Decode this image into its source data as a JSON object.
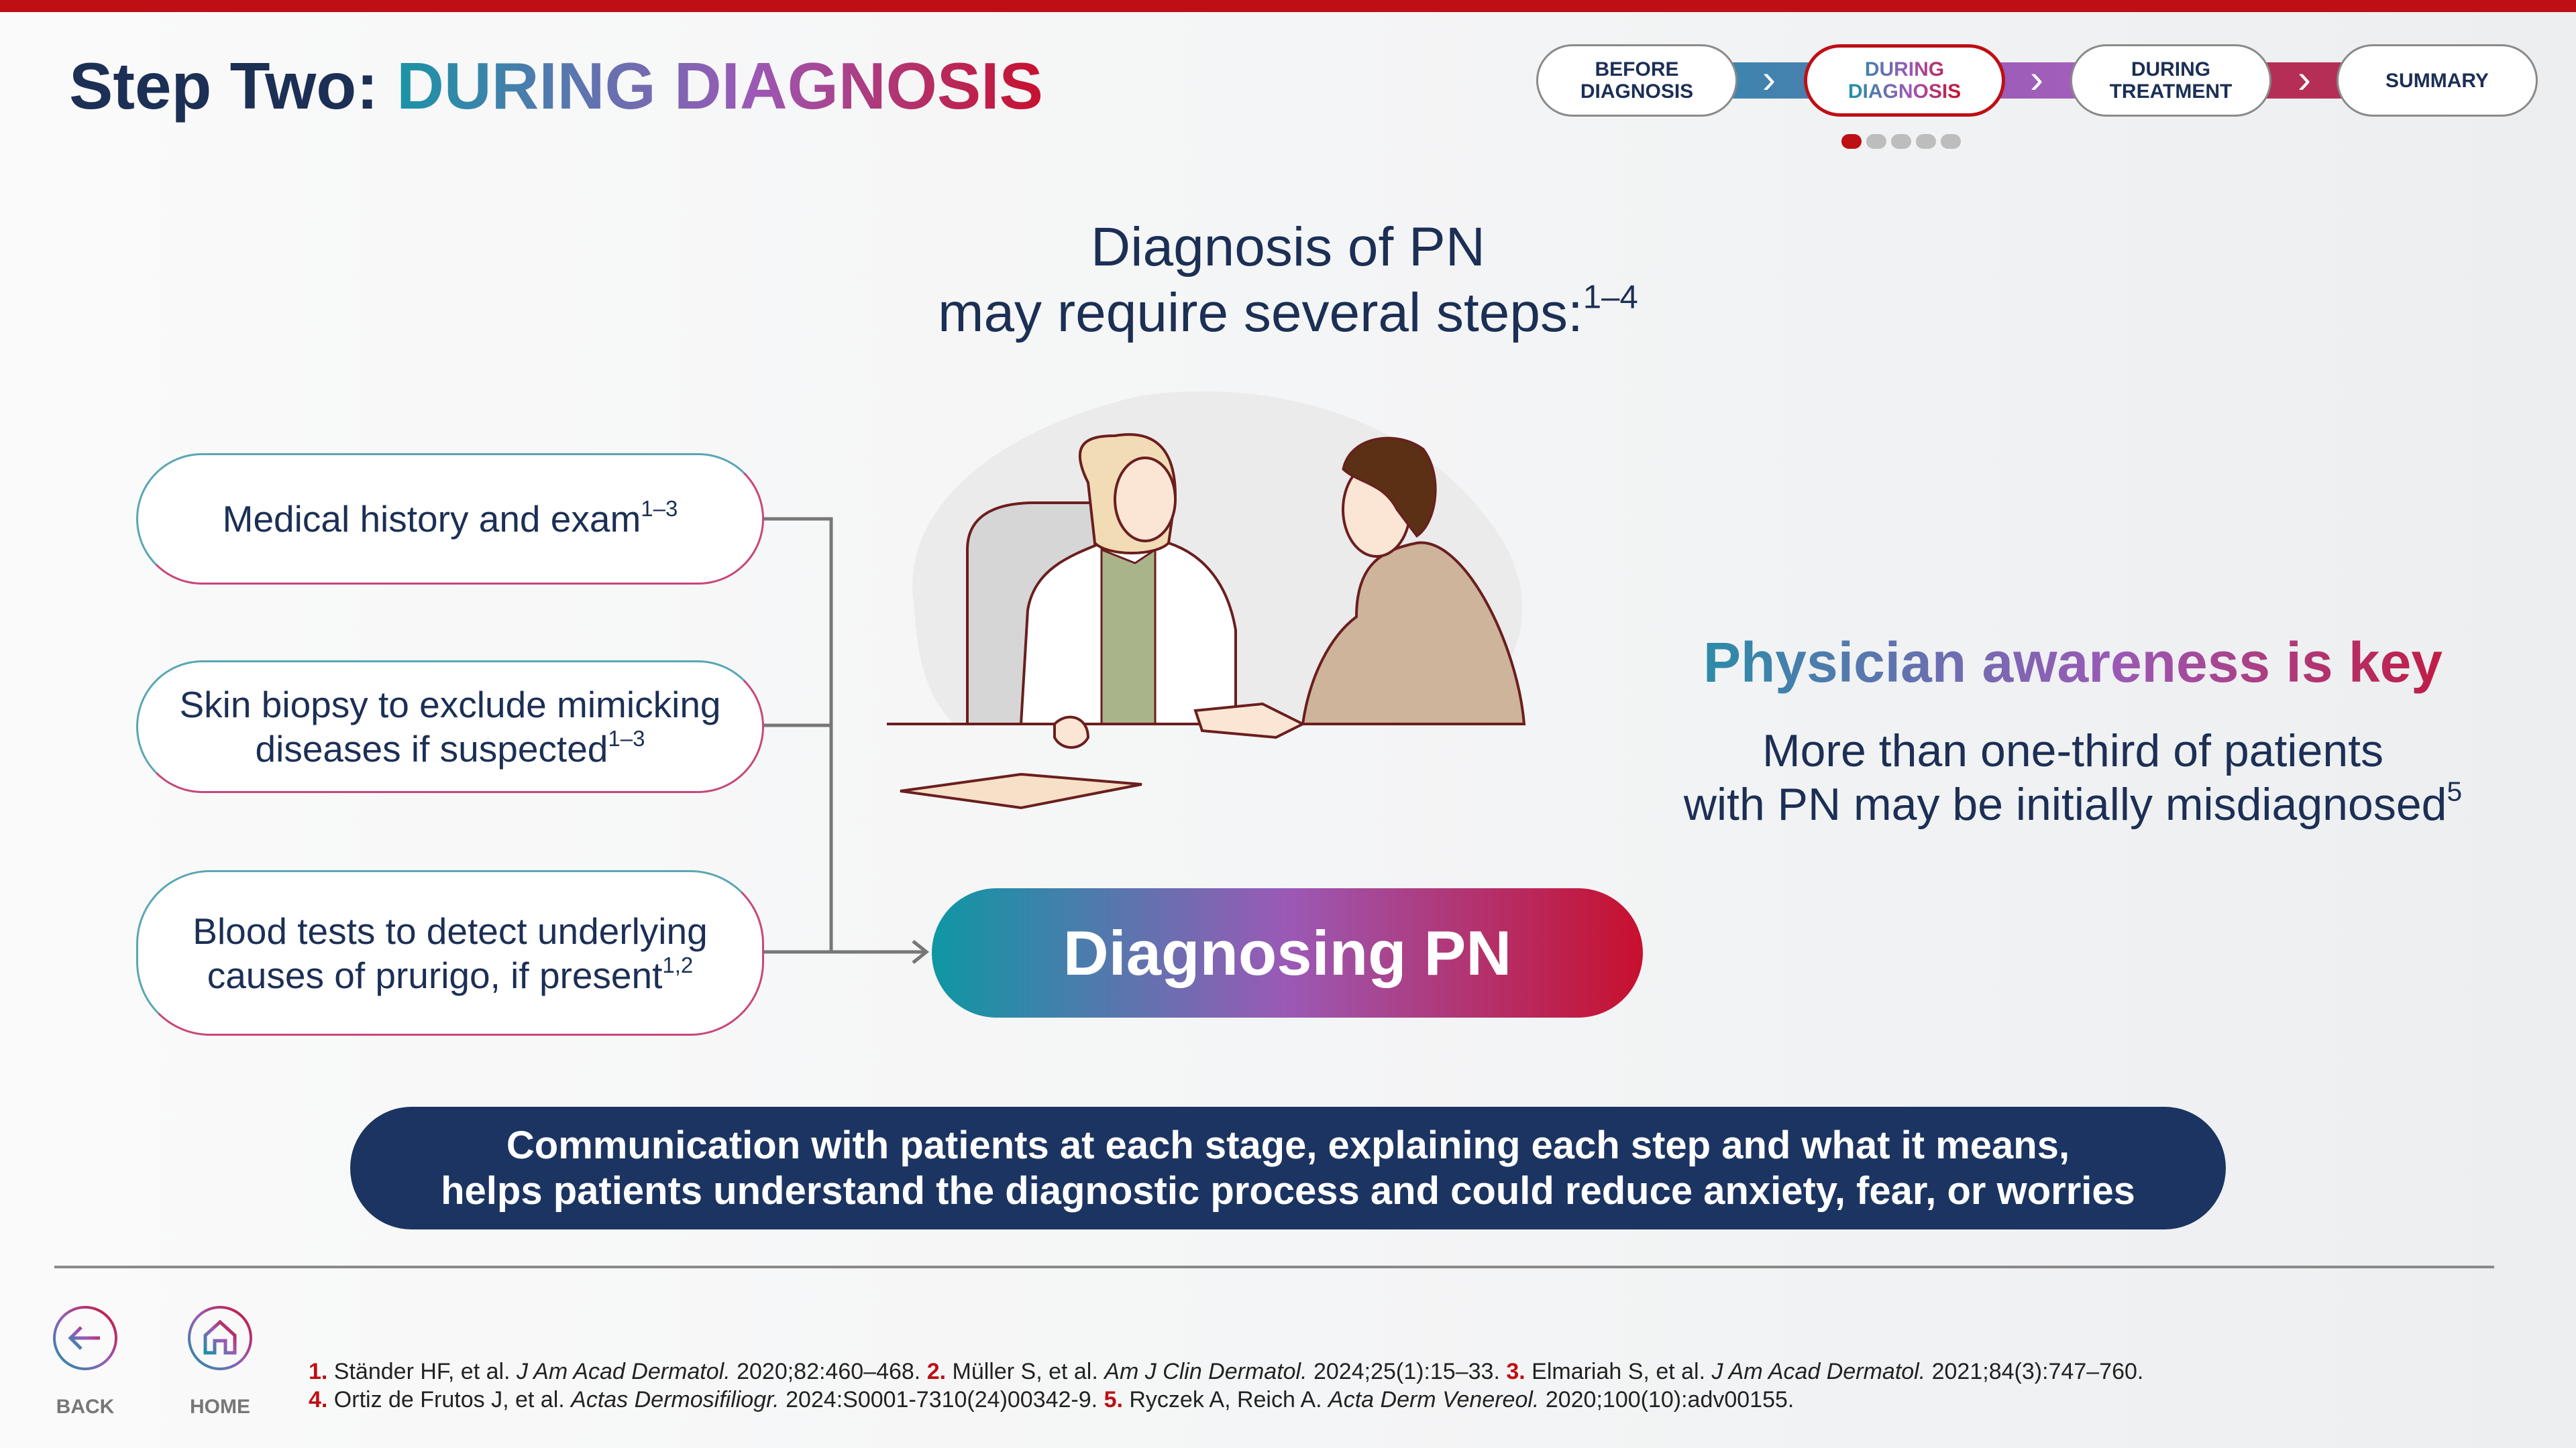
{
  "header": {
    "title_prefix": "Step Two: ",
    "title_highlight": "DURING DIAGNOSIS"
  },
  "stepper": {
    "steps": [
      {
        "line1": "BEFORE",
        "line2": "DIAGNOSIS"
      },
      {
        "line1": "DURING",
        "line2": "DIAGNOSIS",
        "active": true
      },
      {
        "line1": "DURING",
        "line2": "TREATMENT"
      },
      {
        "line1": "SUMMARY",
        "line2": ""
      }
    ],
    "progress": {
      "current": 1,
      "total": 5
    }
  },
  "main": {
    "heading_line1": "Diagnosis of PN",
    "heading_line2": "may require several steps:",
    "heading_sup": "1–4",
    "steps": [
      {
        "text": "Medical history and exam",
        "sup": "1–3"
      },
      {
        "text1": "Skin biopsy to exclude mimicking",
        "text2": "diseases if suspected",
        "sup": "1–3"
      },
      {
        "text1": "Blood tests to detect underlying",
        "text2": "causes of prurigo, if present",
        "sup": "1,2"
      }
    ],
    "result": "Diagnosing PN",
    "awareness_title": "Physician awareness is key",
    "awareness_line1": "More than one-third of patients",
    "awareness_line2": "with PN may be initially misdiagnosed",
    "awareness_sup": "5",
    "banner_line1": "Communication with patients at each stage, explaining each step and what it means,",
    "banner_line2": "helps patients understand the diagnostic process and could reduce anxiety, fear, or worries"
  },
  "footer": {
    "back_label": "BACK",
    "home_label": "HOME",
    "refs": [
      {
        "n": "1.",
        "t": " Ständer HF, et al. ",
        "j": "J Am Acad Dermatol.",
        "r": " 2020;82:460–468. "
      },
      {
        "n": "2.",
        "t": " Müller S, et al. ",
        "j": "Am J Clin Dermatol.",
        "r": " 2024;25(1):15–33. "
      },
      {
        "n": "3.",
        "t": " Elmariah S, et al. ",
        "j": "J Am Acad Dermatol.",
        "r": " 2021;84(3):747–760."
      },
      {
        "n": "4.",
        "t": " Ortiz de Frutos J, et al. ",
        "j": "Actas Dermosifiliogr.",
        "r": " 2024:S0001-7310(24)00342-9. "
      },
      {
        "n": "5.",
        "t": " Ryczek A, Reich A. ",
        "j": "Acta Derm Venereol.",
        "r": " 2020;100(10):adv00155."
      }
    ]
  },
  "colors": {
    "brand_red": "#be0f14",
    "navy": "#1c3461",
    "teal": "#1a93a6",
    "purple": "#9b59b6"
  }
}
